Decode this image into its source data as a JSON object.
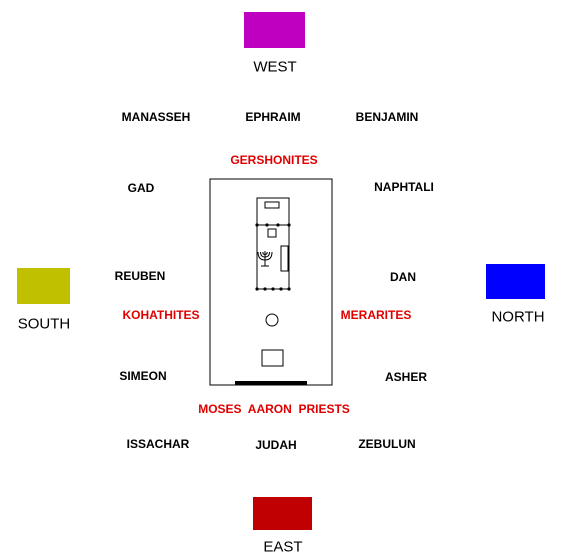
{
  "directions": {
    "west": {
      "label": "WEST",
      "color": "#c000c0"
    },
    "south": {
      "label": "SOUTH",
      "color": "#c0c000"
    },
    "north": {
      "label": "NORTH",
      "color": "#0000ff"
    },
    "east": {
      "label": "EAST",
      "color": "#c00000"
    }
  },
  "tribes": {
    "manasseh": "MANASSEH",
    "ephraim": "EPHRAIM",
    "benjamin": "BENJAMIN",
    "gad": "GAD",
    "naphtali": "NAPHTALI",
    "reuben": "REUBEN",
    "dan": "DAN",
    "simeon": "SIMEON",
    "asher": "ASHER",
    "issachar": "ISSACHAR",
    "judah": "JUDAH",
    "zebulun": "ZEBULUN"
  },
  "levites": {
    "gershonites": "GERSHONITES",
    "kohathites": "KOHATHITES",
    "merarites": "MERARITES",
    "priests": "MOSES  AARON  PRIESTS"
  },
  "accent_color": "#e00000",
  "menorah_symbol": "candlestick-icon"
}
